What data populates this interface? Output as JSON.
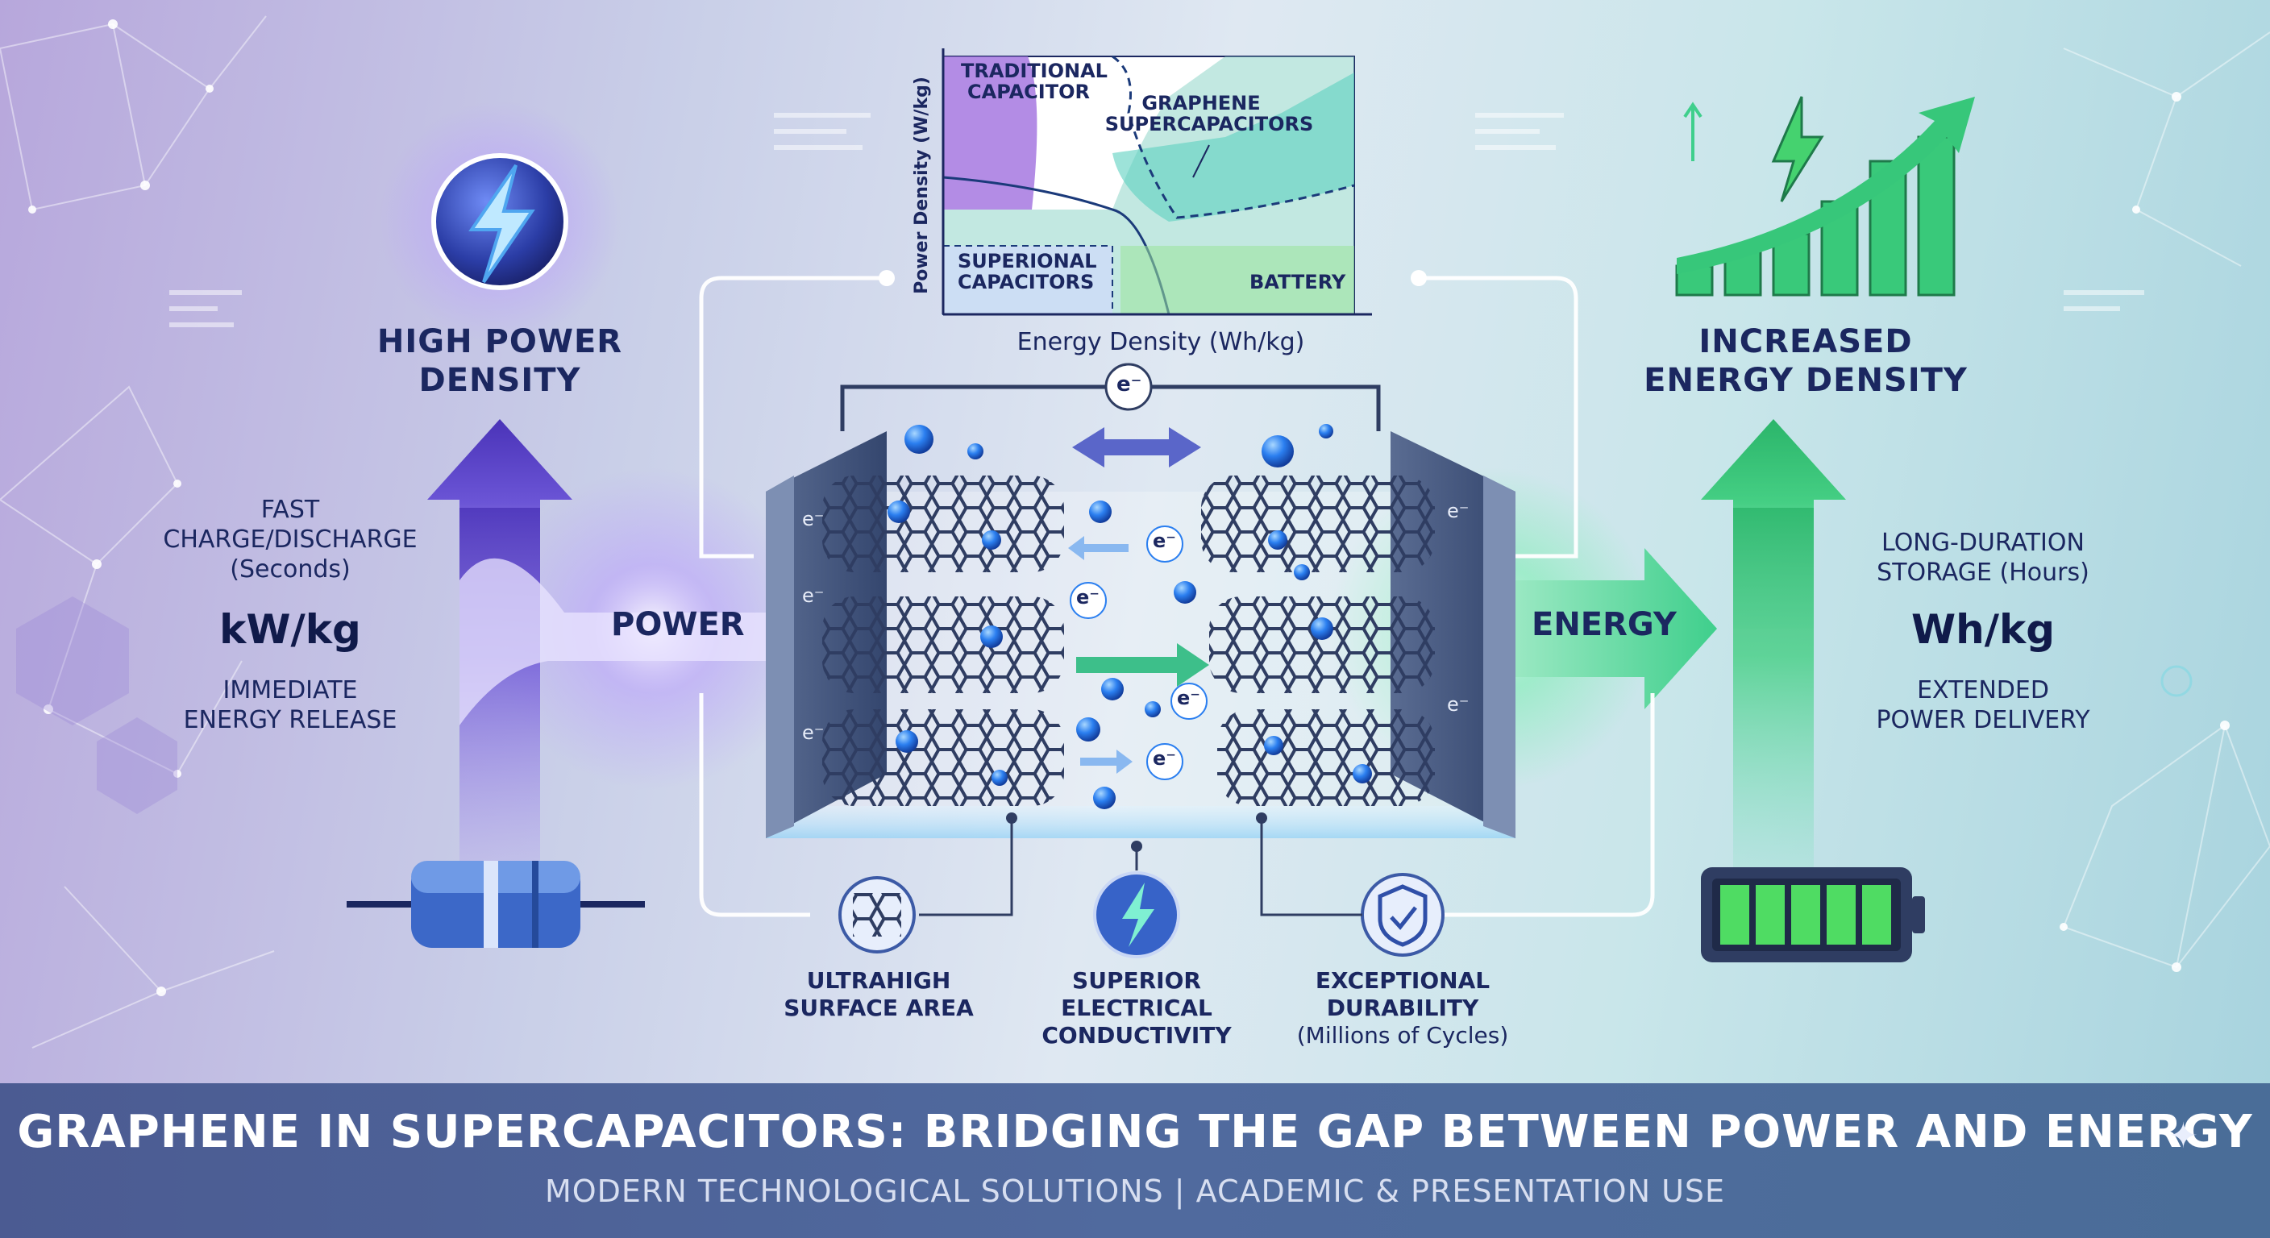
{
  "left": {
    "title_line1": "HIGH POWER",
    "title_line2": "DENSITY",
    "desc1_line1": "FAST",
    "desc1_line2": "CHARGE/DISCHARGE",
    "desc1_line3": "(Seconds)",
    "unit": "kW/kg",
    "desc2_line1": "IMMEDIATE",
    "desc2_line2": "ENERGY RELEASE",
    "arrow_label": "POWER",
    "icon": "lightning-bolt-icon",
    "bottom_icon": "capacitor-icon"
  },
  "right": {
    "title_line1": "INCREASED",
    "title_line2": "ENERGY DENSITY",
    "desc1_line1": "LONG-DURATION",
    "desc1_line2": "STORAGE (Hours)",
    "unit": "Wh/kg",
    "desc2_line1": "EXTENDED",
    "desc2_line2": "POWER DELIVERY",
    "arrow_label": "ENERGY",
    "icon": "rising-bar-chart-icon",
    "bottom_icon": "battery-icon"
  },
  "center": {
    "electron_label": "e⁻",
    "electrode_label": "e⁻"
  },
  "chart": {
    "ylabel": "Power Density (W/kg)",
    "xlabel": "Energy Density (Wh/kg)",
    "region1_line1": "TRADITIONAL",
    "region1_line2": "CAPACITOR",
    "region2_line1": "GRAPHENE",
    "region2_line2": "SUPERCAPACITORS",
    "region3_line1": "SUPERIONAL",
    "region3_line2": "CAPACITORS",
    "region4": "BATTERY"
  },
  "features": [
    {
      "line1": "ULTRAHIGH",
      "line2": "SURFACE AREA",
      "line3": "",
      "icon": "mesh-icon"
    },
    {
      "line1": "SUPERIOR",
      "line2": "ELECTRICAL",
      "line3": "CONDUCTIVITY",
      "icon": "lightning-icon"
    },
    {
      "line1": "EXCEPTIONAL",
      "line2": "DURABILITY",
      "line3": "(Millions of Cycles)",
      "icon": "shield-check-icon"
    }
  ],
  "footer": {
    "title": "GRAPHENE IN SUPERCAPACITORS: BRIDGING THE GAP BETWEEN POWER AND ENERGY",
    "subtitle": "MODERN TECHNOLOGICAL SOLUTIONS | ACADEMIC & PRESENTATION USE"
  },
  "colors": {
    "power": "#6a4fd1",
    "energy": "#35c07a",
    "navy": "#1b2760",
    "graphene": "#3b4a6e",
    "electron": "#2b7ff0"
  }
}
